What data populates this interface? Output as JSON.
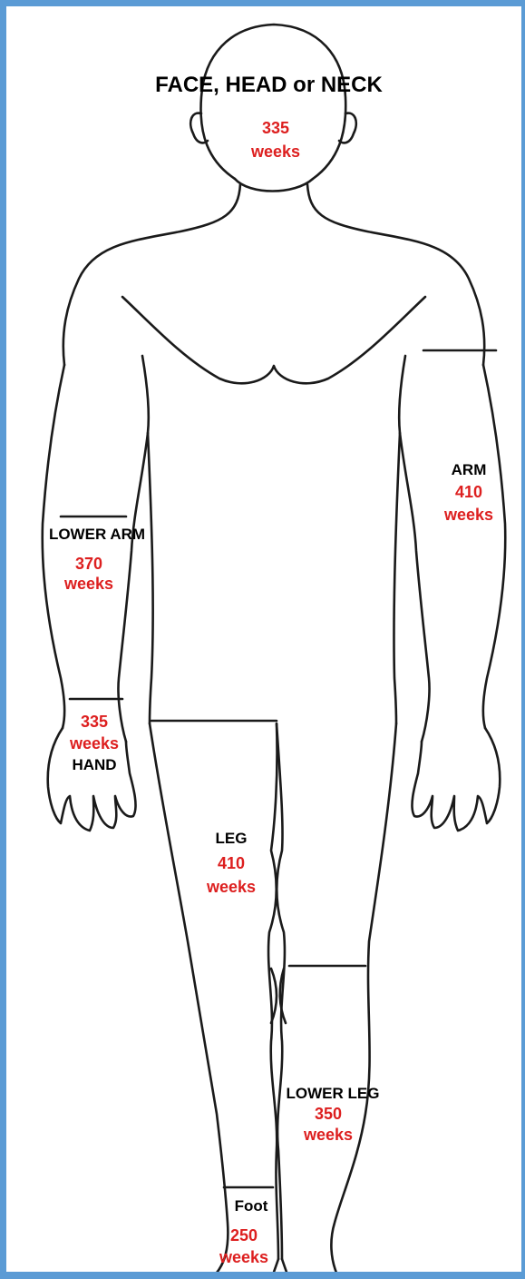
{
  "colors": {
    "frame": "#5b9bd5",
    "outline": "#1a1a1a",
    "region_label": "#000000",
    "value_label": "#dd1f1f"
  },
  "regions": {
    "face_head_neck": {
      "name": "FACE, HEAD or NECK",
      "value": "335",
      "unit": "weeks"
    },
    "arm": {
      "name": "ARM",
      "value": "410",
      "unit": "weeks"
    },
    "lower_arm": {
      "name": "LOWER ARM",
      "value": "370",
      "unit": "weeks"
    },
    "hand": {
      "name": "HAND",
      "value": "335",
      "unit": "weeks"
    },
    "leg": {
      "name": "LEG",
      "value": "410",
      "unit": "weeks"
    },
    "lower_leg": {
      "name": "LOWER LEG",
      "value": "350",
      "unit": "weeks"
    },
    "foot": {
      "name": "Foot",
      "value": "250",
      "unit": "weeks"
    }
  }
}
